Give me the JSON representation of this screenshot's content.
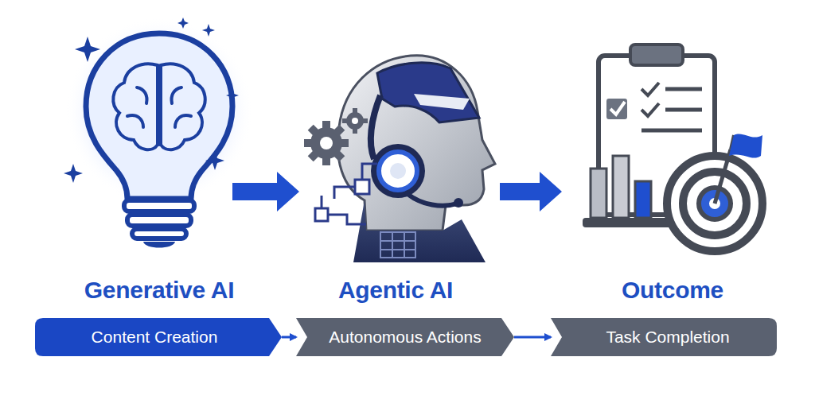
{
  "diagram": {
    "nodes": [
      {
        "text": [
          "Content Creation"
        ]
      },
      {
        "text": [
          "Autonomous Actions"
        ]
      },
      {
        "text": [
          "Task Completion"
        ]
      }
    ],
    "edges": [
      {
        "from": 0,
        "to": 1,
        "arrow": "to"
      },
      {
        "from": 1,
        "to": 2,
        "arrow": "to"
      }
    ],
    "labels": [
      "Generative AI",
      "Agentic AI",
      "Outcome"
    ]
  }
}
